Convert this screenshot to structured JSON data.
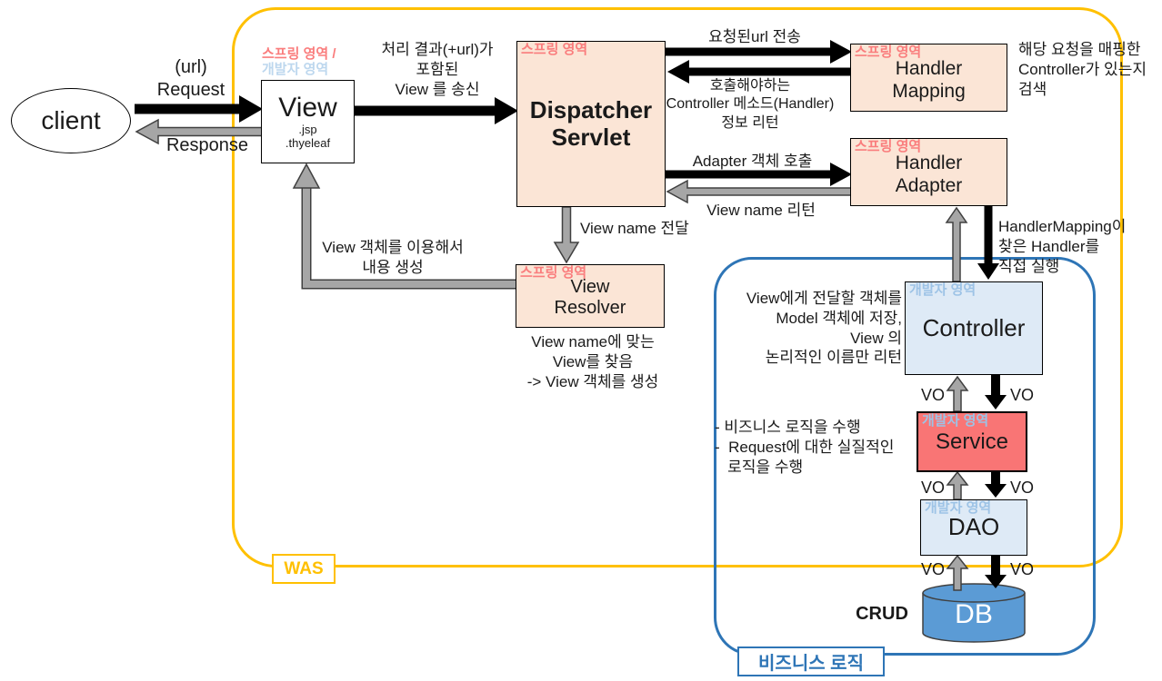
{
  "nodes": {
    "client": {
      "label": "client"
    },
    "view": {
      "tag_line1": "스프링 영역 /",
      "tag_line2": "개발자 영역",
      "title": "View",
      "sub1": ".jsp",
      "sub2": ".thyeleaf"
    },
    "dispatcher": {
      "tag": "스프링 영역",
      "title": "Dispatcher\nServlet"
    },
    "handler_mapping": {
      "tag": "스프링 영역",
      "title": "Handler\nMapping"
    },
    "handler_adapter": {
      "tag": "스프링 영역",
      "title": "Handler\nAdapter"
    },
    "view_resolver": {
      "tag": "스프링 영역",
      "title": "View\nResolver"
    },
    "controller": {
      "tag": "개발자 영역",
      "title": "Controller"
    },
    "service": {
      "tag": "개발자 영역",
      "title": "Service"
    },
    "dao": {
      "tag": "개발자 영역",
      "title": "DAO"
    },
    "db": {
      "title": "DB"
    }
  },
  "edge_labels": {
    "url": "(url)",
    "request": "Request",
    "response": "Response",
    "process_result": "처리 결과(+url)가\n포함된\nView 를 송신",
    "requested_url": "요청된url 전송",
    "handler_info_return": "호출해야하는\nController 메소드(Handler)\n정보 리턴",
    "adapter_call": "Adapter 객체 호출",
    "view_name_return": "View name 리턴",
    "view_name_deliver": "View name 전달",
    "view_object_use": "View 객체를 이용해서\n내용 생성",
    "vo": "VO",
    "crud": "CRUD"
  },
  "annotations": {
    "mapping_desc": "해당 요청을 매핑한\nController가 있는지\n검색",
    "adapter_desc": "HandlerMapping이\n찾은 Handler를\n직접 실행",
    "resolver_desc": "View name에 맞는\nView를 찾음\n-> View 객체를 생성",
    "controller_desc": "View에게 전달할 객체를\nModel 객체에 저장,\nView 의\n논리적인 이름만 리턴",
    "service_desc": "- 비즈니스 로직을 수행\n-  Request에 대한 실질적인\n   로직을 수행"
  },
  "regions": {
    "was": "WAS",
    "business_logic": "비즈니스 로직"
  },
  "colors": {
    "spring_box_fill": "#FBE5D6",
    "spring_tag_text": "#FA7D7D",
    "dev_tag_text": "#9DC3E6",
    "dev_box_fill": "#DEEAF6",
    "service_box_fill": "#F97575",
    "db_fill": "#5B9BD5",
    "was_border": "#FFC000",
    "business_border": "#2E75B6",
    "gray_arrow": "#A6A6A6",
    "black_arrow": "#000000"
  }
}
